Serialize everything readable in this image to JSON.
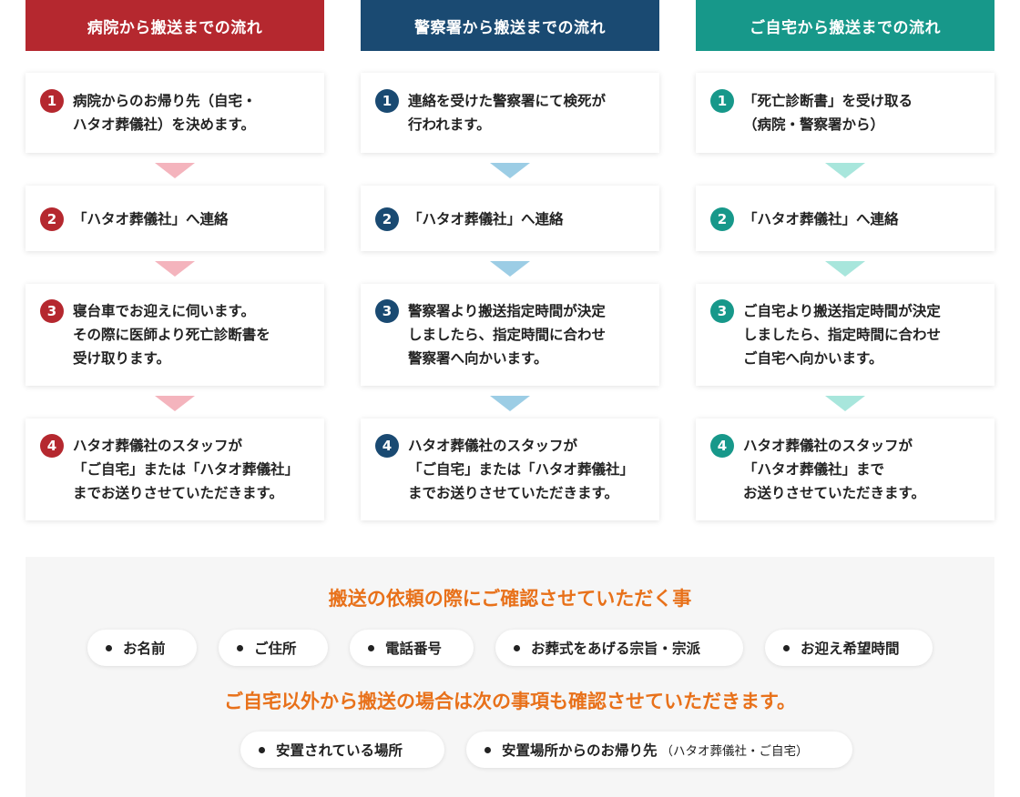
{
  "colors": {
    "hospital": "#b5282f",
    "police": "#1a4a72",
    "home": "#17988a",
    "hospital_arrow": "#f4b4bd",
    "police_arrow": "#9ccde5",
    "home_arrow": "#a8e6dc",
    "accent": "#e8711a"
  },
  "columns": [
    {
      "title": "病院から搬送までの流れ",
      "steps": [
        {
          "num": "1",
          "text": "病院からのお帰り先（自宅・\nハタオ葬儀社）を決めます。"
        },
        {
          "num": "2",
          "text": "「ハタオ葬儀社」へ連絡"
        },
        {
          "num": "3",
          "text": "寝台車でお迎えに伺います。\nその際に医師より死亡診断書を\n受け取ります。"
        },
        {
          "num": "4",
          "text": "ハタオ葬儀社のスタッフが\n「ご自宅」または「ハタオ葬儀社」\nまでお送りさせていただきます。"
        }
      ]
    },
    {
      "title": "警察署から搬送までの流れ",
      "steps": [
        {
          "num": "1",
          "text": "連絡を受けた警察署にて検死が\n行われます。"
        },
        {
          "num": "2",
          "text": "「ハタオ葬儀社」へ連絡"
        },
        {
          "num": "3",
          "text": "警察署より搬送指定時間が決定\nしましたら、指定時間に合わせ\n警察署へ向かいます。"
        },
        {
          "num": "4",
          "text": "ハタオ葬儀社のスタッフが\n「ご自宅」または「ハタオ葬儀社」\nまでお送りさせていただきます。"
        }
      ]
    },
    {
      "title": "ご自宅から搬送までの流れ",
      "steps": [
        {
          "num": "1",
          "text": "「死亡診断書」を受け取る\n（病院・警察署から）"
        },
        {
          "num": "2",
          "text": "「ハタオ葬儀社」へ連絡"
        },
        {
          "num": "3",
          "text": "ご自宅より搬送指定時間が決定\nしましたら、指定時間に合わせ\nご自宅へ向かいます。"
        },
        {
          "num": "4",
          "text": "ハタオ葬儀社のスタッフが\n「ハタオ葬儀社」まで\nお送りさせていただきます。"
        }
      ]
    }
  ],
  "confirm": {
    "heading": "搬送の依頼の際にご確認させていただく事",
    "items": [
      "お名前",
      "ご住所",
      "電話番号",
      "お葬式をあげる宗旨・宗派",
      "お迎え希望時間"
    ],
    "subheading": "ご自宅以外から搬送の場合は次の事項も確認させていただきます。",
    "extra_items": [
      {
        "label": "安置されている場所",
        "note": ""
      },
      {
        "label": "安置場所からのお帰り先",
        "note": "（ハタオ葬儀社・ご自宅）"
      }
    ]
  }
}
